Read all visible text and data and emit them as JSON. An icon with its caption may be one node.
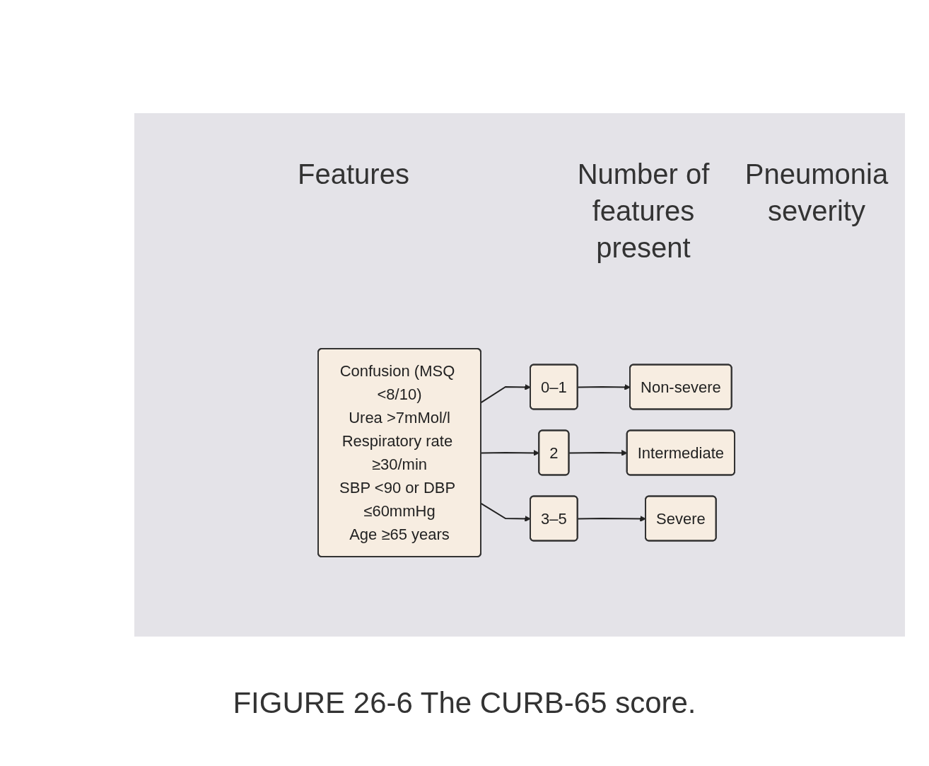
{
  "diagram": {
    "caption": "FIGURE 26-6 The CURB-65 score.",
    "nodes": [
      {
        "text": [
          "Confusion (MSQ <8/10)",
          "Urea >7mMol/l",
          "Respiratory rate ≥30/min",
          "SBP <90 or DBP ≤60mmHg",
          "Age ≥65 years"
        ]
      },
      {
        "text": [
          "0–1"
        ]
      },
      {
        "text": [
          "2"
        ]
      },
      {
        "text": [
          "3–5"
        ]
      },
      {
        "text": [
          "Non-severe"
        ]
      },
      {
        "text": [
          "Intermediate"
        ]
      },
      {
        "text": [
          "Severe"
        ]
      }
    ],
    "edges": [
      {
        "from": 0,
        "to": 1,
        "arrow": "to"
      },
      {
        "from": 0,
        "to": 2,
        "arrow": "to"
      },
      {
        "from": 0,
        "to": 3,
        "arrow": "to"
      },
      {
        "from": 1,
        "to": 4,
        "arrow": "to"
      },
      {
        "from": 2,
        "to": 5,
        "arrow": "to"
      },
      {
        "from": 3,
        "to": 6,
        "arrow": "to"
      }
    ],
    "labels": [
      "Features",
      "Number of features present",
      "Pneumonia severity"
    ]
  }
}
